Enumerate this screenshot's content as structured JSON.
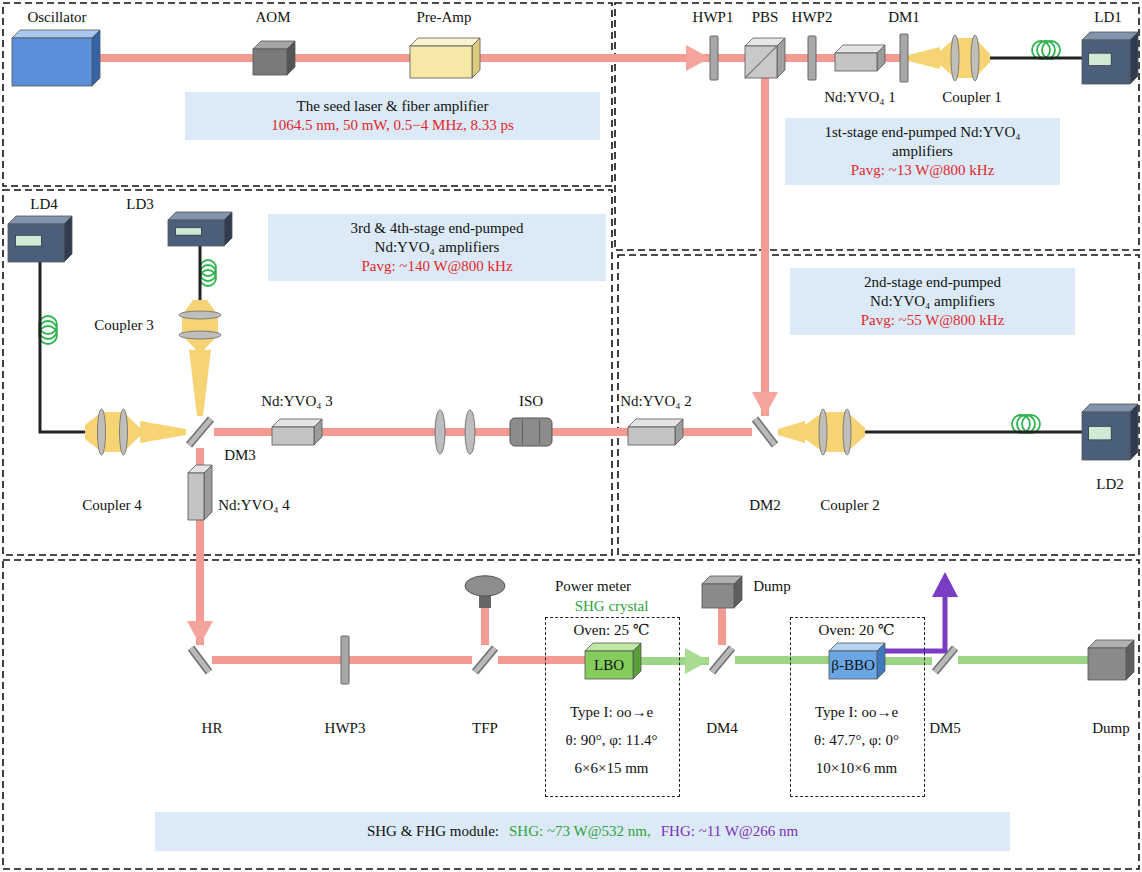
{
  "diagram": {
    "nodes": [
      {
        "text": [
          "Oscillator"
        ]
      },
      {
        "text": [
          "AOM"
        ]
      },
      {
        "text": [
          "Pre-Amp"
        ]
      },
      {
        "text": [
          "The seed laser & fiber amplifier",
          "1064.5 nm, 50 mW, 0.5−4 MHz, 8.33 ps"
        ]
      },
      {
        "text": [
          "HWP1"
        ]
      },
      {
        "text": [
          "PBS"
        ]
      },
      {
        "text": [
          "HWP2"
        ]
      },
      {
        "text": [
          "DM1"
        ]
      },
      {
        "text": [
          "LD1"
        ]
      },
      {
        "text": [
          "Nd:YVO₄ 1"
        ]
      },
      {
        "text": [
          "Coupler 1"
        ]
      },
      {
        "text": [
          "1st-stage end-pumped Nd:YVO₄ amplifiers",
          "Pavg: ~13 W@800 kHz"
        ]
      },
      {
        "text": [
          "LD4"
        ]
      },
      {
        "text": [
          "LD3"
        ]
      },
      {
        "text": [
          "3rd & 4th-stage end-pumped Nd:YVO₄ amplifiers",
          "Pavg: ~140 W@800 kHz"
        ]
      },
      {
        "text": [
          "2nd-stage end-pumped Nd:YVO₄ amplifiers",
          "Pavg: ~55 W@800 kHz"
        ]
      },
      {
        "text": [
          "Coupler 3"
        ]
      },
      {
        "text": [
          "Nd:YVO₄ 2"
        ]
      },
      {
        "text": [
          "Nd:YVO₄ 3"
        ]
      },
      {
        "text": [
          "ISO"
        ]
      },
      {
        "text": [
          "DM3"
        ]
      },
      {
        "text": [
          "Coupler 4"
        ]
      },
      {
        "text": [
          "Nd:YVO₄ 4"
        ]
      },
      {
        "text": [
          "DM2"
        ]
      },
      {
        "text": [
          "Coupler 2"
        ]
      },
      {
        "text": [
          "LD2"
        ]
      },
      {
        "text": [
          "Power meter"
        ]
      },
      {
        "text": [
          "Dump"
        ]
      },
      {
        "text": [
          "SHG crystal",
          "Oven: 25 ℃",
          "Type I: oo→e",
          "θ: 90°, φ: 11.4°",
          "6×6×15 mm"
        ]
      },
      {
        "text": [
          "LBO"
        ],
        "in": 28
      },
      {
        "text": [
          "Oven: 20 ℃",
          "Type I: oo→e",
          "θ: 47.7°, φ: 0°",
          "10×10×6 mm"
        ]
      },
      {
        "text": [
          "β-BBO"
        ],
        "in": 30
      },
      {
        "text": [
          "HR"
        ]
      },
      {
        "text": [
          "HWP3"
        ]
      },
      {
        "text": [
          "TFP"
        ]
      },
      {
        "text": [
          "DM4"
        ]
      },
      {
        "text": [
          "DM5"
        ]
      },
      {
        "text": [
          "Dump"
        ]
      },
      {
        "text": [
          "SHG & FHG module:",
          "SHG: ~73 W@532 nm,",
          "FHG: ~11 W@266 nm"
        ]
      }
    ],
    "edges": [
      {
        "from": 0,
        "to": 1,
        "arrow": "none"
      },
      {
        "from": 1,
        "to": 2,
        "arrow": "none"
      },
      {
        "from": 2,
        "to": 4,
        "arrow": "to"
      },
      {
        "from": 4,
        "to": 5,
        "arrow": "none"
      },
      {
        "from": 5,
        "to": 6,
        "arrow": "none"
      },
      {
        "from": 6,
        "to": 9,
        "arrow": "none"
      },
      {
        "from": 9,
        "to": 7,
        "arrow": "none"
      },
      {
        "from": 8,
        "to": 10,
        "arrow": "none"
      },
      {
        "from": 10,
        "to": 7,
        "arrow": "none"
      },
      {
        "from": 5,
        "to": 23,
        "arrow": "to"
      },
      {
        "from": 23,
        "to": 17,
        "arrow": "none"
      },
      {
        "from": 17,
        "to": 19,
        "arrow": "none"
      },
      {
        "from": 19,
        "to": 18,
        "arrow": "none"
      },
      {
        "from": 18,
        "to": 20,
        "arrow": "none"
      },
      {
        "from": 12,
        "to": 21,
        "arrow": "none"
      },
      {
        "from": 21,
        "to": 20,
        "arrow": "none"
      },
      {
        "from": 13,
        "to": 16,
        "arrow": "none"
      },
      {
        "from": 16,
        "to": 20,
        "arrow": "none"
      },
      {
        "from": 20,
        "to": 22,
        "arrow": "none"
      },
      {
        "from": 25,
        "to": 24,
        "arrow": "none"
      },
      {
        "from": 24,
        "to": 23,
        "arrow": "none"
      },
      {
        "from": 22,
        "to": 32,
        "arrow": "to"
      },
      {
        "from": 32,
        "to": 33,
        "arrow": "none"
      },
      {
        "from": 33,
        "to": 34,
        "arrow": "none"
      },
      {
        "from": 34,
        "to": 26,
        "arrow": "none"
      },
      {
        "from": 34,
        "to": 29,
        "arrow": "none"
      },
      {
        "from": 29,
        "to": 35,
        "arrow": "to"
      },
      {
        "from": 35,
        "to": 27,
        "arrow": "none"
      },
      {
        "from": 35,
        "to": 31,
        "arrow": "none"
      },
      {
        "from": 31,
        "to": 36,
        "arrow": "none"
      },
      {
        "from": 36,
        "to": 37,
        "arrow": "none"
      }
    ]
  }
}
